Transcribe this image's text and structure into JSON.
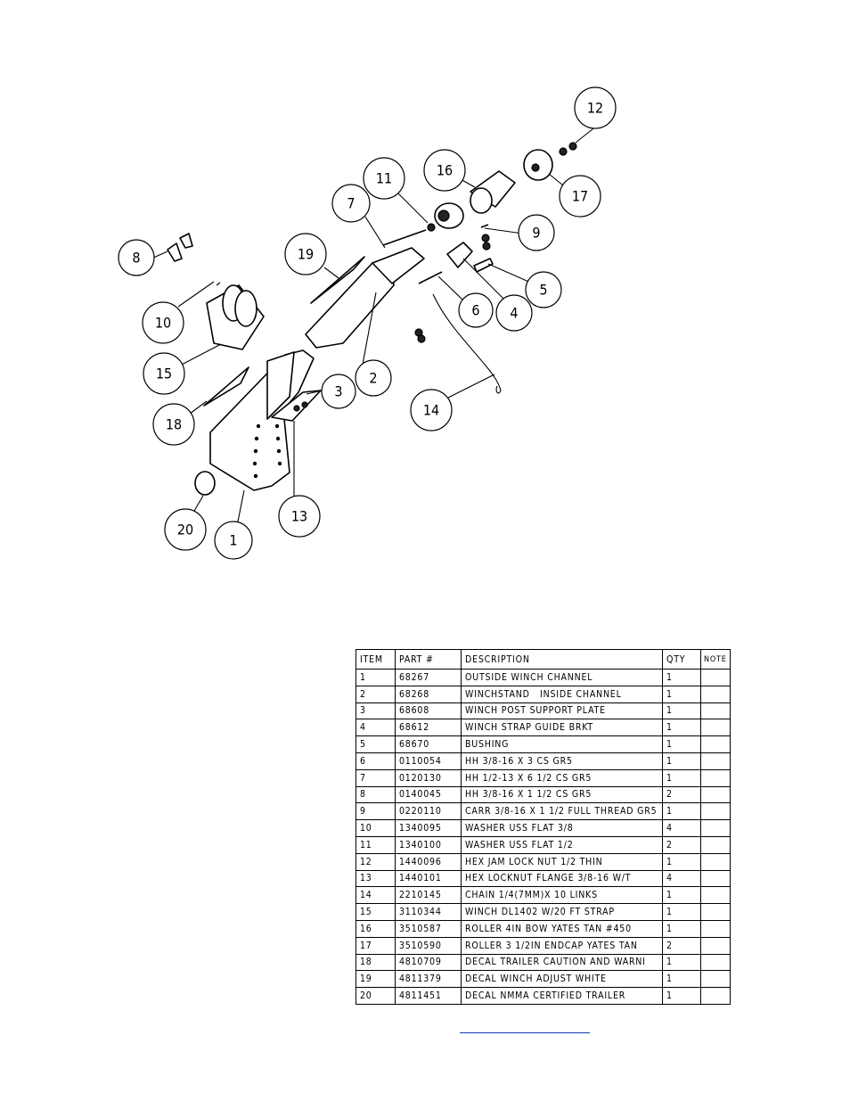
{
  "callouts": [
    "1",
    "2",
    "3",
    "4",
    "5",
    "6",
    "7",
    "8",
    "9",
    "10",
    "11",
    "12",
    "13",
    "14",
    "15",
    "16",
    "17",
    "18",
    "19",
    "20"
  ],
  "table": {
    "headers": {
      "item": "ITEM",
      "part": "PART #",
      "desc": "DESCRIPTION",
      "qty": "QTY",
      "note": "NOTE"
    },
    "rows": [
      {
        "item": "1",
        "part": "68267",
        "desc": "OUTSIDE WINCH CHANNEL",
        "qty": "1",
        "note": ""
      },
      {
        "item": "2",
        "part": "68268",
        "desc": "WINCHSTAND   INSIDE CHANNEL",
        "qty": "1",
        "note": ""
      },
      {
        "item": "3",
        "part": "68608",
        "desc": "WINCH POST SUPPORT PLATE",
        "qty": "1",
        "note": ""
      },
      {
        "item": "4",
        "part": "68612",
        "desc": "WINCH STRAP GUIDE BRKT",
        "qty": "1",
        "note": ""
      },
      {
        "item": "5",
        "part": "68670",
        "desc": "BUSHING",
        "qty": "1",
        "note": ""
      },
      {
        "item": "6",
        "part": "0110054",
        "desc": "HH 3/8-16 X 3 CS GR5",
        "qty": "1",
        "note": ""
      },
      {
        "item": "7",
        "part": "0120130",
        "desc": "HH 1/2-13 X 6 1/2 CS GR5",
        "qty": "1",
        "note": ""
      },
      {
        "item": "8",
        "part": "0140045",
        "desc": "HH 3/8-16 X 1 1/2 CS GR5",
        "qty": "2",
        "note": ""
      },
      {
        "item": "9",
        "part": "0220110",
        "desc": "CARR 3/8-16 X 1 1/2 FULL THREAD GR5",
        "qty": "1",
        "note": ""
      },
      {
        "item": "10",
        "part": "1340095",
        "desc": "WASHER USS FLAT 3/8",
        "qty": "4",
        "note": ""
      },
      {
        "item": "11",
        "part": "1340100",
        "desc": "WASHER USS FLAT 1/2",
        "qty": "2",
        "note": ""
      },
      {
        "item": "12",
        "part": "1440096",
        "desc": "HEX JAM LOCK NUT 1/2 THIN",
        "qty": "1",
        "note": ""
      },
      {
        "item": "13",
        "part": "1440101",
        "desc": "HEX LOCKNUT FLANGE 3/8-16 W/T",
        "qty": "4",
        "note": ""
      },
      {
        "item": "14",
        "part": "2210145",
        "desc": "CHAIN 1/4(7MM)X 10 LINKS",
        "qty": "1",
        "note": ""
      },
      {
        "item": "15",
        "part": "3110344",
        "desc": "WINCH DL1402 W/20 FT STRAP",
        "qty": "1",
        "note": ""
      },
      {
        "item": "16",
        "part": "3510587",
        "desc": "ROLLER 4IN BOW YATES TAN #450",
        "qty": "1",
        "note": ""
      },
      {
        "item": "17",
        "part": "3510590",
        "desc": "ROLLER 3 1/2IN ENDCAP YATES TAN",
        "qty": "2",
        "note": ""
      },
      {
        "item": "18",
        "part": "4810709",
        "desc": "DECAL TRAILER CAUTION AND WARNI",
        "qty": "1",
        "note": ""
      },
      {
        "item": "19",
        "part": "4811379",
        "desc": "DECAL WINCH ADJUST WHITE",
        "qty": "1",
        "note": ""
      },
      {
        "item": "20",
        "part": "4811451",
        "desc": "DECAL NMMA CERTIFIED TRAILER",
        "qty": "1",
        "note": ""
      }
    ]
  },
  "link_color": "#1a3cc8"
}
